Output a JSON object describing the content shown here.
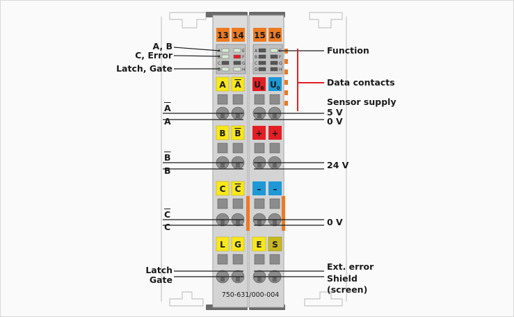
{
  "module": {
    "part_number": "750-631/000-004",
    "top_terminals": [
      "13",
      "14",
      "15",
      "16"
    ],
    "led_letters_left": [
      "A",
      "B",
      "C",
      "D"
    ],
    "led_letters_mid_left": [
      "E",
      "F",
      "G",
      "H"
    ],
    "led_letters_mid_right": [
      "A",
      "B",
      "C",
      "D"
    ],
    "led_letters_right": [
      "E",
      "F",
      "G",
      "H"
    ],
    "marker_left": {
      "row1": [
        "A",
        "A"
      ],
      "row2": [
        "B",
        "B"
      ],
      "row3": [
        "C",
        "C"
      ],
      "row4": [
        "L",
        "G"
      ]
    },
    "marker_right": {
      "row1a": "U",
      "row1a_sub": "B",
      "row1b": "U",
      "row1b_sub": "0",
      "row2": [
        "+",
        "+"
      ],
      "row3": [
        "–",
        "–"
      ],
      "row4": [
        "E",
        "S"
      ]
    }
  },
  "labels_left": {
    "ab": "A, B",
    "c_error": "C, Error",
    "latch_gate_led": "Latch, Gate",
    "a_bar": "A",
    "a": "A",
    "b_bar": "B",
    "b": "B",
    "c_bar": "C",
    "c": "C",
    "latch": "Latch",
    "gate": "Gate"
  },
  "labels_right": {
    "function": "Function",
    "data_contacts": "Data contacts",
    "sensor_supply": "Sensor supply",
    "v5": "5 V",
    "v0_top": "0 V",
    "v24": "24 V",
    "v0_bottom": "0 V",
    "ext_error": "Ext. error",
    "shield": "Shield",
    "screen": "(screen)"
  },
  "colors": {
    "orange": "#ec7a22",
    "yellow": "#f8e71c",
    "red": "#e31e24",
    "blue": "#1e98d6",
    "led_green": "#d8ecd2",
    "led_red": "#e31e24",
    "leader_red": "#e31e24",
    "module_grey": "#dcdcdc",
    "terminal_dark": "#8c8c8c"
  }
}
